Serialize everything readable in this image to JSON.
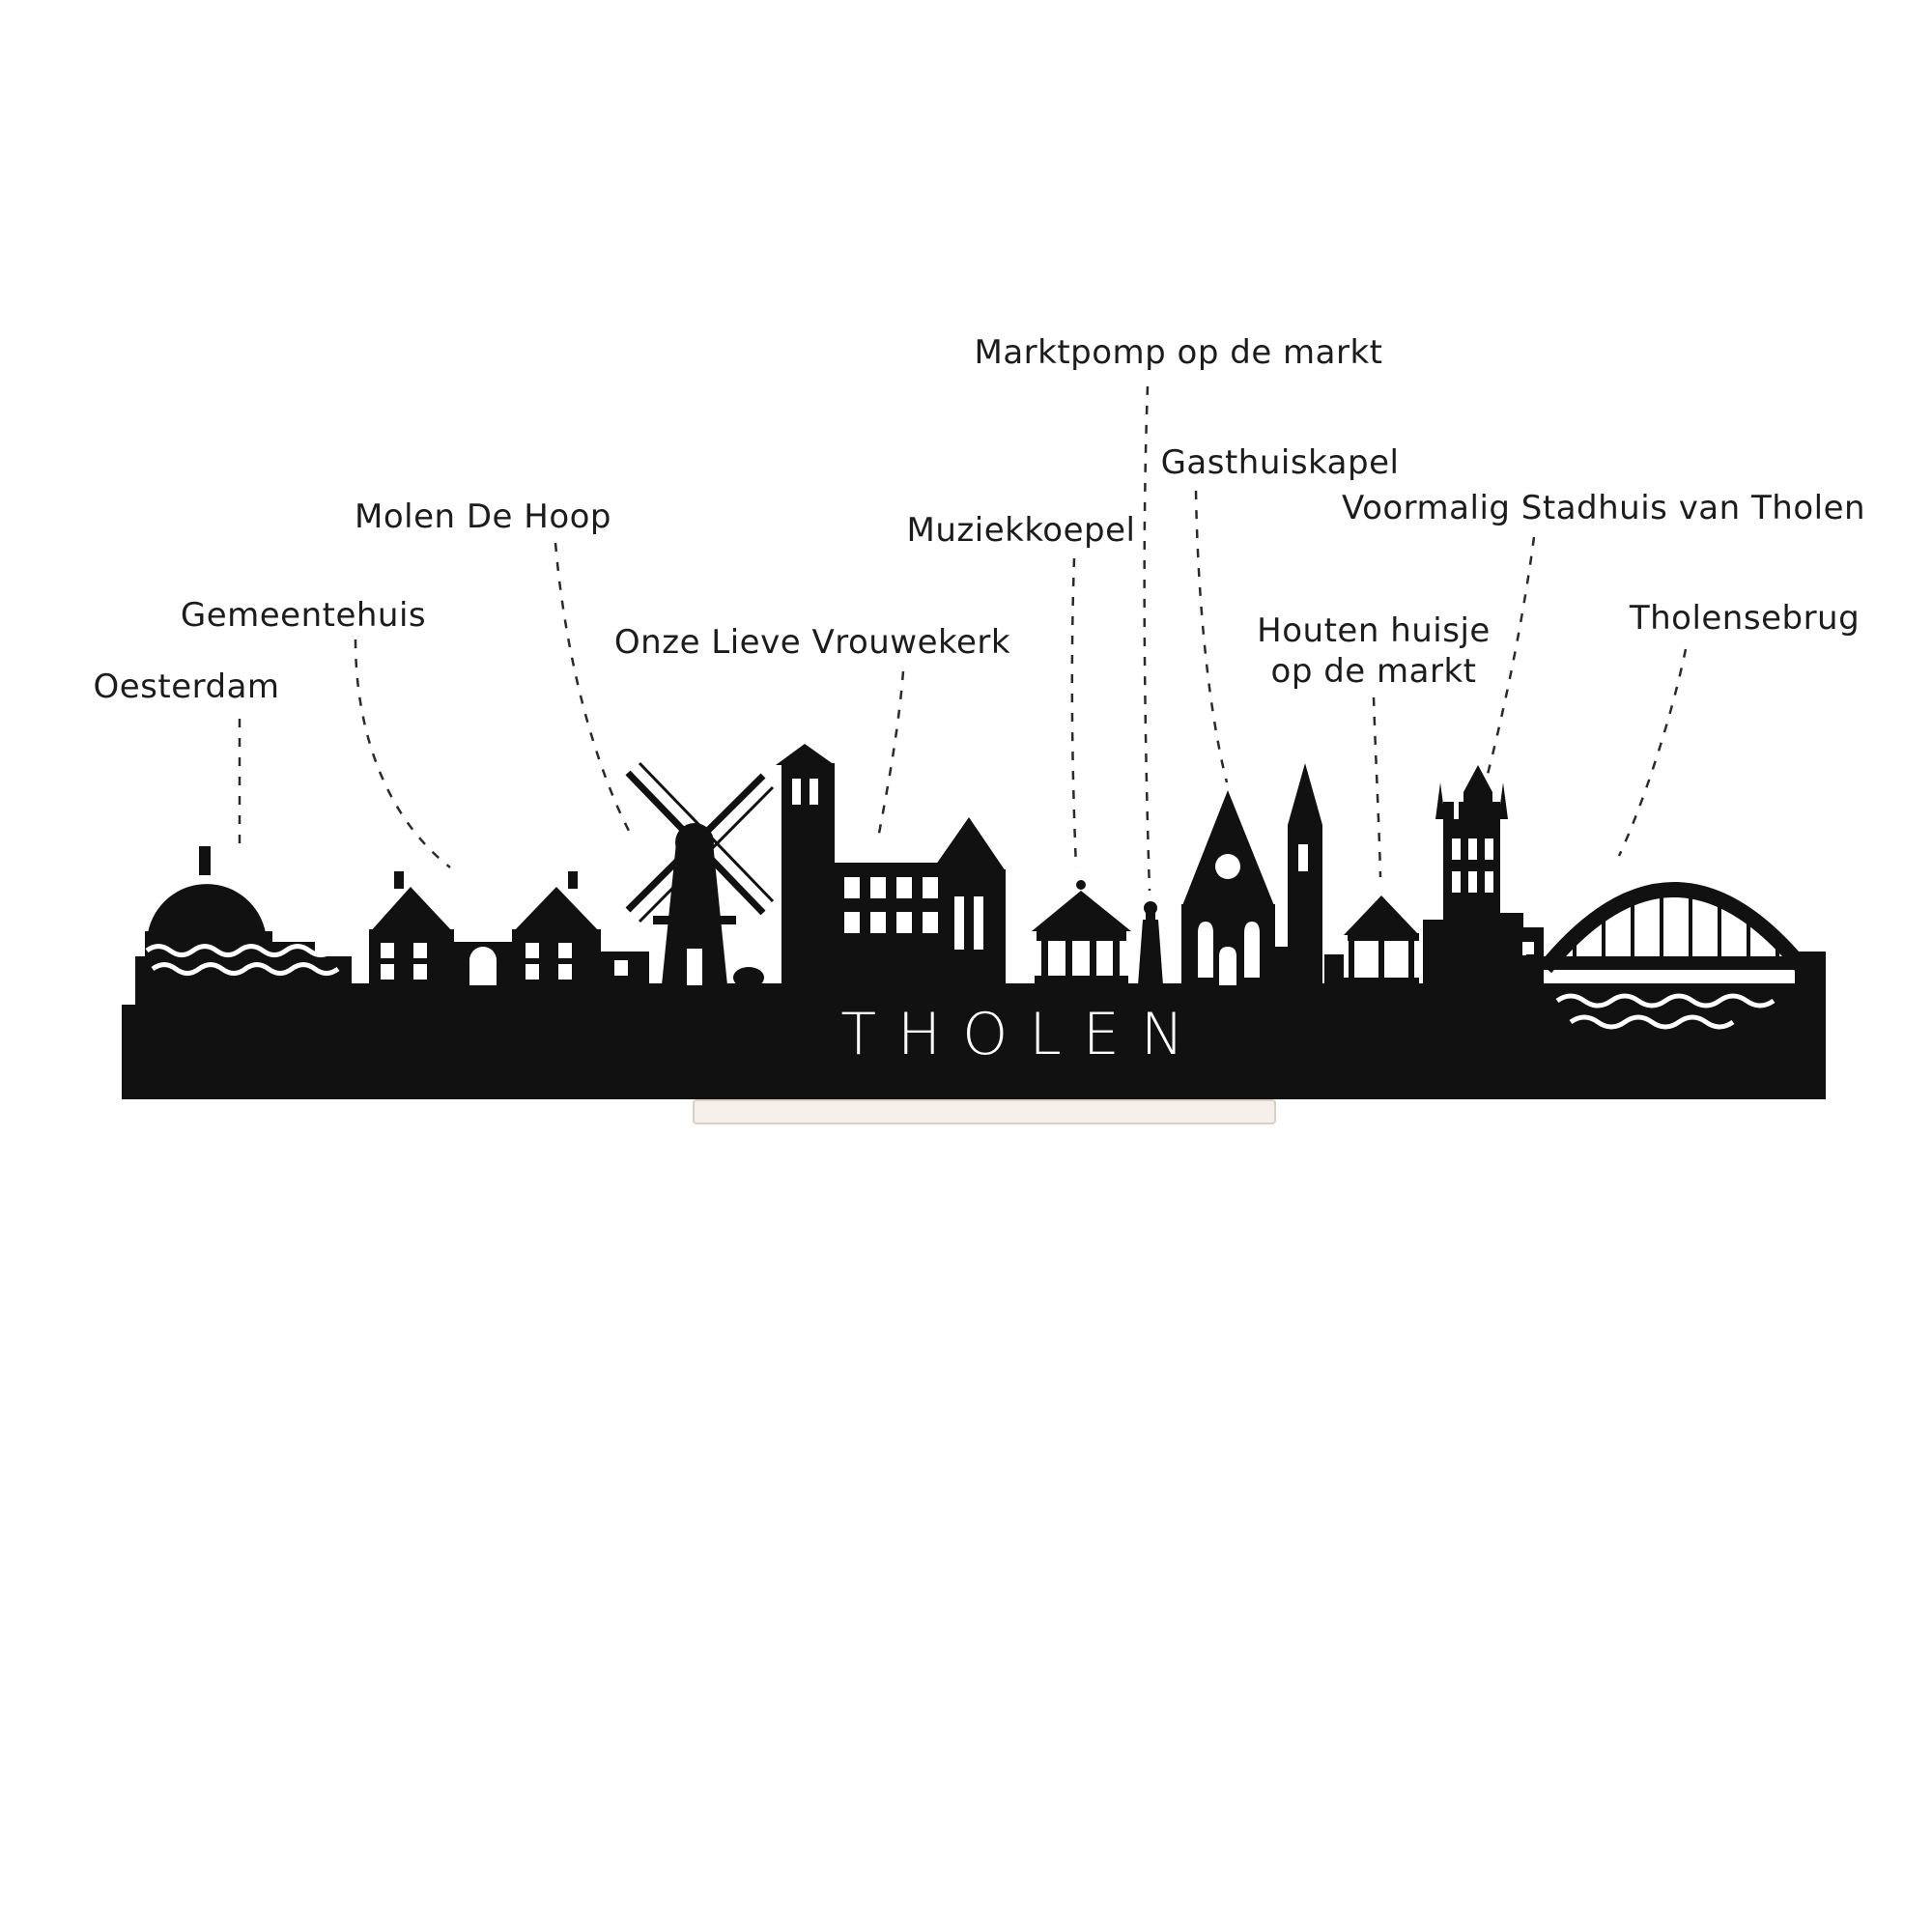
{
  "skyline": {
    "city_title": "THOLEN",
    "silhouette_color": "#111111",
    "title_color": "#ffffff",
    "stand_color": "#f6efe9",
    "background": "#ffffff",
    "leader_color": "#2a2a2a"
  },
  "labels": {
    "oesterdam": "Oesterdam",
    "gemeentehuis": "Gemeentehuis",
    "molen_de_hoop": "Molen De Hoop",
    "onze_lieve_vrouwekerk": "Onze Lieve Vrouwekerk",
    "muziekkoepel": "Muziekkoepel",
    "marktpomp": "Marktpomp op de markt",
    "gasthuiskapel": "Gasthuiskapel",
    "houten_huisje_line1": "Houten huisje",
    "houten_huisje_line2": "op de markt",
    "voormalig_stadhuis": "Voormalig Stadhuis van Tholen",
    "tholensebrug": "Tholensebrug"
  }
}
